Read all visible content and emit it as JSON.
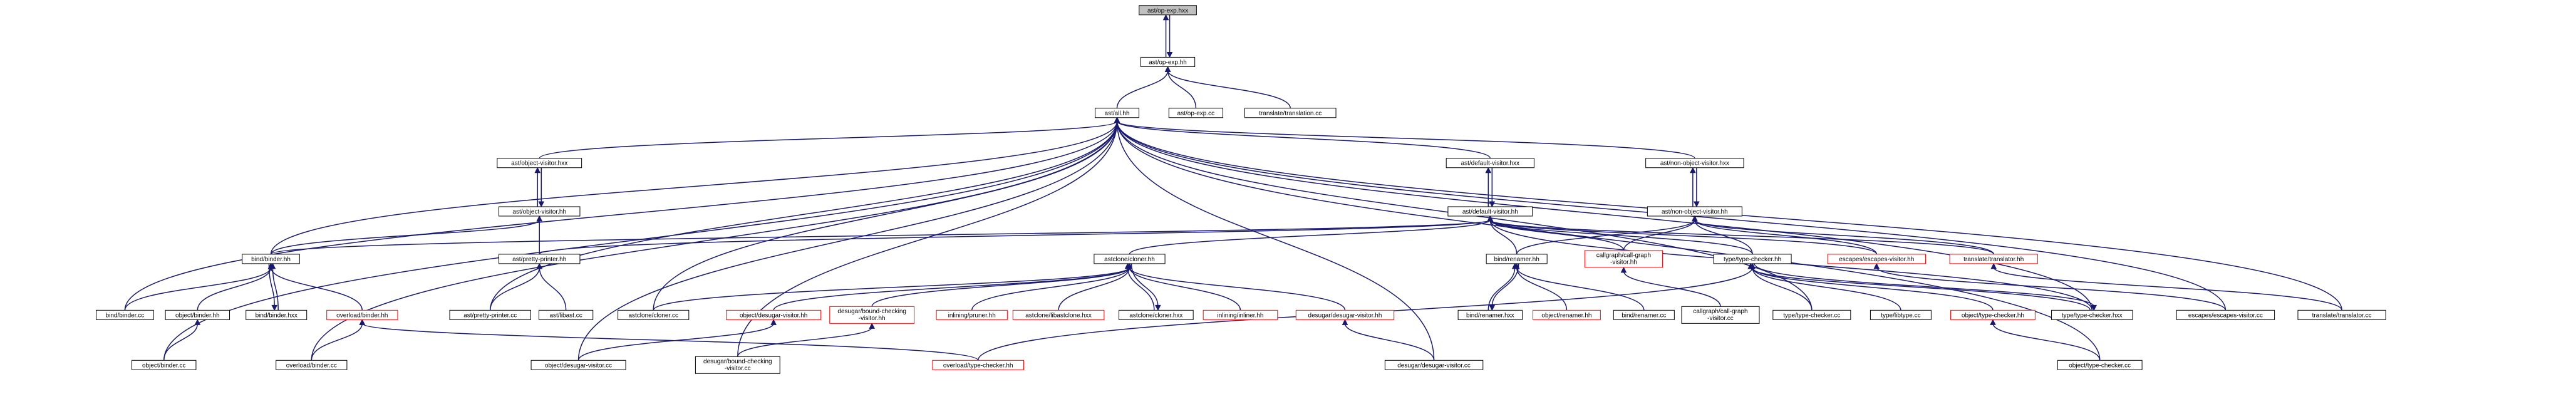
{
  "colors": {
    "background": "#ffffff",
    "edge": "#191970",
    "node_border": "#000000",
    "broken_link_border": "#ff0000",
    "root_fill": "#bfbfbf",
    "node_fill": "#ffffff"
  },
  "nodes": [
    {
      "id": "n0",
      "lines": [
        "ast/op-exp.hxx"
      ],
      "style": "root"
    },
    {
      "id": "n1",
      "lines": [
        "ast/op-exp.hh"
      ],
      "style": "normal"
    },
    {
      "id": "n2",
      "lines": [
        "ast/all.hh"
      ],
      "style": "normal"
    },
    {
      "id": "n3",
      "lines": [
        "ast/op-exp.cc"
      ],
      "style": "normal"
    },
    {
      "id": "n4",
      "lines": [
        "translate/translation.cc"
      ],
      "style": "normal"
    },
    {
      "id": "n5",
      "lines": [
        "ast/object-visitor.hxx"
      ],
      "style": "normal"
    },
    {
      "id": "n6",
      "lines": [
        "ast/object-visitor.hh"
      ],
      "style": "normal"
    },
    {
      "id": "n7",
      "lines": [
        "ast/pretty-printer.hh"
      ],
      "style": "normal"
    },
    {
      "id": "n8",
      "lines": [
        "bind/binder.hh"
      ],
      "style": "normal"
    },
    {
      "id": "n9",
      "lines": [
        "ast/pretty-printer.cc"
      ],
      "style": "normal"
    },
    {
      "id": "n10",
      "lines": [
        "ast/libast.cc"
      ],
      "style": "normal"
    },
    {
      "id": "n11",
      "lines": [
        "bind/binder.cc"
      ],
      "style": "normal"
    },
    {
      "id": "n12",
      "lines": [
        "object/binder.hh"
      ],
      "style": "normal"
    },
    {
      "id": "n13",
      "lines": [
        "bind/binder.hxx"
      ],
      "style": "normal"
    },
    {
      "id": "n14",
      "lines": [
        "overload/binder.hh"
      ],
      "style": "broken"
    },
    {
      "id": "n15",
      "lines": [
        "object/binder.cc"
      ],
      "style": "normal"
    },
    {
      "id": "n16",
      "lines": [
        "overload/binder.cc"
      ],
      "style": "normal"
    },
    {
      "id": "n17",
      "lines": [
        "ast/default-visitor.hxx"
      ],
      "style": "normal"
    },
    {
      "id": "n18",
      "lines": [
        "ast/default-visitor.hh"
      ],
      "style": "normal"
    },
    {
      "id": "n19",
      "lines": [
        "ast/non-object-visitor.hxx"
      ],
      "style": "normal"
    },
    {
      "id": "n20",
      "lines": [
        "ast/non-object-visitor.hh"
      ],
      "style": "normal"
    },
    {
      "id": "n21",
      "lines": [
        "astclone/cloner.hh"
      ],
      "style": "normal"
    },
    {
      "id": "n22",
      "lines": [
        "astclone/cloner.cc"
      ],
      "style": "normal"
    },
    {
      "id": "n23",
      "lines": [
        "object/desugar-visitor.hh"
      ],
      "style": "broken"
    },
    {
      "id": "n24",
      "lines": [
        "desugar/bound-checking",
        "-visitor.hh"
      ],
      "style": "broken"
    },
    {
      "id": "n25",
      "lines": [
        "inlining/pruner.hh"
      ],
      "style": "broken"
    },
    {
      "id": "n26",
      "lines": [
        "astclone/libastclone.hxx"
      ],
      "style": "broken"
    },
    {
      "id": "n27",
      "lines": [
        "astclone/cloner.hxx"
      ],
      "style": "normal"
    },
    {
      "id": "n28",
      "lines": [
        "inlining/inliner.hh"
      ],
      "style": "broken"
    },
    {
      "id": "n29",
      "lines": [
        "desugar/desugar-visitor.hh"
      ],
      "style": "broken"
    },
    {
      "id": "n30",
      "lines": [
        "bind/renamer.hh"
      ],
      "style": "normal"
    },
    {
      "id": "n31",
      "lines": [
        "callgraph/call-graph",
        "-visitor.hh"
      ],
      "style": "broken"
    },
    {
      "id": "n32",
      "lines": [
        "type/type-checker.hh"
      ],
      "style": "normal"
    },
    {
      "id": "n33",
      "lines": [
        "escapes/escapes-visitor.hh"
      ],
      "style": "broken"
    },
    {
      "id": "n34",
      "lines": [
        "translate/translator.hh"
      ],
      "style": "broken"
    },
    {
      "id": "n35",
      "lines": [
        "bind/renamer.hxx"
      ],
      "style": "normal"
    },
    {
      "id": "n36",
      "lines": [
        "object/renamer.hh"
      ],
      "style": "broken"
    },
    {
      "id": "n37",
      "lines": [
        "bind/renamer.cc"
      ],
      "style": "normal"
    },
    {
      "id": "n38",
      "lines": [
        "callgraph/call-graph",
        "-visitor.cc"
      ],
      "style": "normal"
    },
    {
      "id": "n39",
      "lines": [
        "type/type-checker.cc"
      ],
      "style": "normal"
    },
    {
      "id": "n40",
      "lines": [
        "type/libtype.cc"
      ],
      "style": "normal"
    },
    {
      "id": "n41",
      "lines": [
        "object/type-checker.hh"
      ],
      "style": "broken"
    },
    {
      "id": "n42",
      "lines": [
        "type/type-checker.hxx"
      ],
      "style": "normal"
    },
    {
      "id": "n43",
      "lines": [
        "escapes/escapes-visitor.cc"
      ],
      "style": "normal"
    },
    {
      "id": "n44",
      "lines": [
        "translate/translator.cc"
      ],
      "style": "normal"
    },
    {
      "id": "n45",
      "lines": [
        "object/desugar-visitor.cc"
      ],
      "style": "normal"
    },
    {
      "id": "n46",
      "lines": [
        "desugar/bound-checking",
        "-visitor.cc"
      ],
      "style": "normal"
    },
    {
      "id": "n47",
      "lines": [
        "desugar/desugar-visitor.cc"
      ],
      "style": "normal"
    },
    {
      "id": "n48",
      "lines": [
        "overload/type-checker.hh"
      ],
      "style": "broken"
    },
    {
      "id": "n49",
      "lines": [
        "object/type-checker.cc"
      ],
      "style": "normal"
    }
  ],
  "edges": [
    [
      "n0",
      "n1"
    ],
    [
      "n1",
      "n0"
    ],
    [
      "n1",
      "n2"
    ],
    [
      "n1",
      "n3"
    ],
    [
      "n1",
      "n4"
    ],
    [
      "n2",
      "n5"
    ],
    [
      "n2",
      "n9"
    ],
    [
      "n2",
      "n8"
    ],
    [
      "n2",
      "n11"
    ],
    [
      "n2",
      "n15"
    ],
    [
      "n2",
      "n16"
    ],
    [
      "n2",
      "n45"
    ],
    [
      "n2",
      "n22"
    ],
    [
      "n2",
      "n17"
    ],
    [
      "n2",
      "n19"
    ],
    [
      "n2",
      "n46"
    ],
    [
      "n2",
      "n47"
    ],
    [
      "n2",
      "n39"
    ],
    [
      "n2",
      "n42"
    ],
    [
      "n2",
      "n43"
    ],
    [
      "n2",
      "n44"
    ],
    [
      "n2",
      "n49"
    ],
    [
      "n5",
      "n6"
    ],
    [
      "n6",
      "n5"
    ],
    [
      "n6",
      "n7"
    ],
    [
      "n6",
      "n8"
    ],
    [
      "n7",
      "n9"
    ],
    [
      "n7",
      "n10"
    ],
    [
      "n8",
      "n11"
    ],
    [
      "n8",
      "n12"
    ],
    [
      "n8",
      "n13"
    ],
    [
      "n13",
      "n8"
    ],
    [
      "n8",
      "n14"
    ],
    [
      "n12",
      "n15"
    ],
    [
      "n14",
      "n16"
    ],
    [
      "n14",
      "n48"
    ],
    [
      "n17",
      "n18"
    ],
    [
      "n18",
      "n17"
    ],
    [
      "n18",
      "n7"
    ],
    [
      "n18",
      "n8"
    ],
    [
      "n18",
      "n21"
    ],
    [
      "n18",
      "n30"
    ],
    [
      "n18",
      "n31"
    ],
    [
      "n18",
      "n32"
    ],
    [
      "n18",
      "n33"
    ],
    [
      "n18",
      "n34"
    ],
    [
      "n18",
      "n42"
    ],
    [
      "n19",
      "n20"
    ],
    [
      "n20",
      "n19"
    ],
    [
      "n20",
      "n30"
    ],
    [
      "n20",
      "n31"
    ],
    [
      "n20",
      "n32"
    ],
    [
      "n20",
      "n33"
    ],
    [
      "n20",
      "n34"
    ],
    [
      "n21",
      "n22"
    ],
    [
      "n21",
      "n23"
    ],
    [
      "n21",
      "n24"
    ],
    [
      "n21",
      "n25"
    ],
    [
      "n21",
      "n26"
    ],
    [
      "n21",
      "n27"
    ],
    [
      "n27",
      "n21"
    ],
    [
      "n21",
      "n28"
    ],
    [
      "n21",
      "n29"
    ],
    [
      "n23",
      "n45"
    ],
    [
      "n24",
      "n46"
    ],
    [
      "n29",
      "n47"
    ],
    [
      "n30",
      "n35"
    ],
    [
      "n35",
      "n30"
    ],
    [
      "n30",
      "n36"
    ],
    [
      "n30",
      "n37"
    ],
    [
      "n31",
      "n38"
    ],
    [
      "n32",
      "n39"
    ],
    [
      "n32",
      "n40"
    ],
    [
      "n32",
      "n41"
    ],
    [
      "n32",
      "n42"
    ],
    [
      "n42",
      "n32"
    ],
    [
      "n32",
      "n48"
    ],
    [
      "n33",
      "n43"
    ],
    [
      "n34",
      "n44"
    ],
    [
      "n41",
      "n49"
    ]
  ]
}
